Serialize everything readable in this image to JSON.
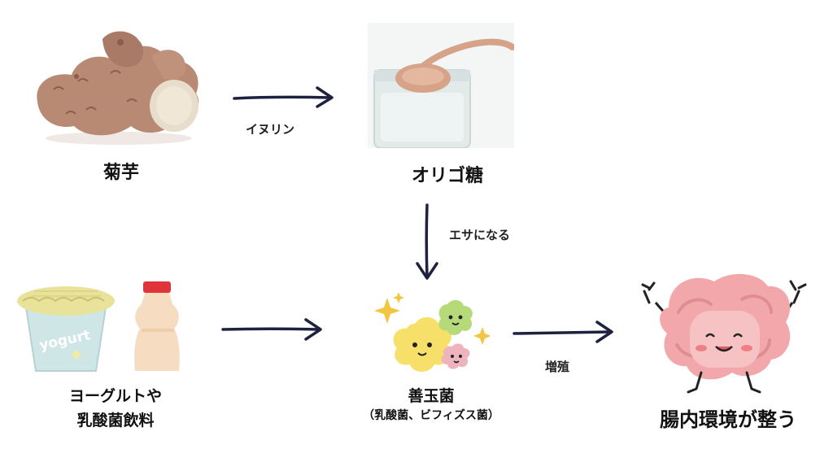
{
  "nodes": {
    "kikuimo": {
      "label": "菊芋",
      "image": "jerusalem-artichoke-tuber"
    },
    "oligo": {
      "label": "オリゴ糖",
      "image": "jar-and-spoon"
    },
    "yogurt": {
      "label_line1": "ヨーグルトや",
      "label_line2": "乳酸菌飲料",
      "image": "yogurt-cup-and-drink-bottle"
    },
    "zendama": {
      "label": "善玉菌",
      "sublabel": "（乳酸菌、ビフィズス菌）",
      "image": "smiling-bacteria"
    },
    "gut": {
      "label": "腸内環境が整う",
      "image": "happy-intestine"
    }
  },
  "edges": {
    "inulin": "イヌリン",
    "food": "エサになる",
    "multiply": "増殖"
  },
  "yogurt_cup_text": "yogurt",
  "colors": {
    "arrow": "#1e2140",
    "tuber": "#b88a74",
    "jar": "#e9eeee",
    "spoon": "#d6a288",
    "cup_lid": "#e8e29a",
    "cup_body": "#cfe6e6",
    "bottle": "#f6dcc0",
    "cap": "#e0343a",
    "bacteria_yellow": "#f6e06a",
    "bacteria_green": "#b6d97a",
    "bacteria_pink": "#eeb3bd",
    "gut": "#f2a8aa"
  }
}
